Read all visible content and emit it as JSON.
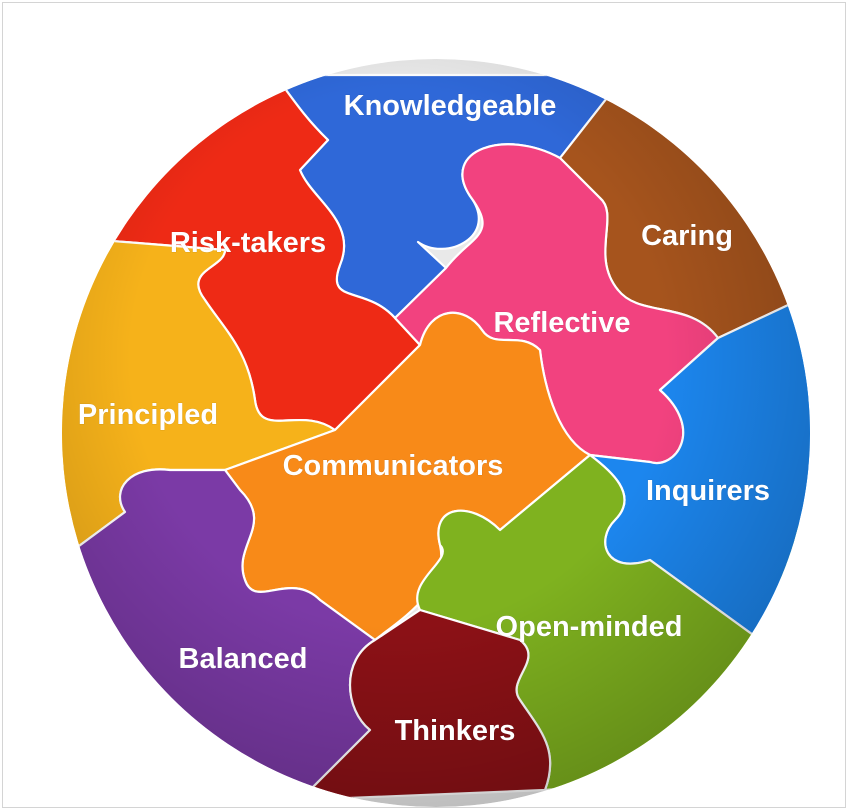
{
  "pieces": [
    {
      "id": "knowledgeable",
      "label": "Knowledgeable",
      "color": "#2f68d8"
    },
    {
      "id": "caring",
      "label": "Caring",
      "color": "#a6541d"
    },
    {
      "id": "risk-takers",
      "label": "Risk-takers",
      "color": "#ee2a15"
    },
    {
      "id": "reflective",
      "label": "Reflective",
      "color": "#f2427f"
    },
    {
      "id": "principled",
      "label": "Principled",
      "color": "#f6b21a"
    },
    {
      "id": "communicators",
      "label": "Communicators",
      "color": "#f88a18"
    },
    {
      "id": "inquirers",
      "label": "Inquirers",
      "color": "#1c86ee"
    },
    {
      "id": "balanced",
      "label": "Balanced",
      "color": "#7b3aa6"
    },
    {
      "id": "open-minded",
      "label": "Open-minded",
      "color": "#7fb21f"
    },
    {
      "id": "thinkers",
      "label": "Thinkers",
      "color": "#8c1116"
    }
  ],
  "colors": {
    "seam": "#ffffff",
    "background": "#ffffff",
    "frame": "#d4d4d4"
  }
}
